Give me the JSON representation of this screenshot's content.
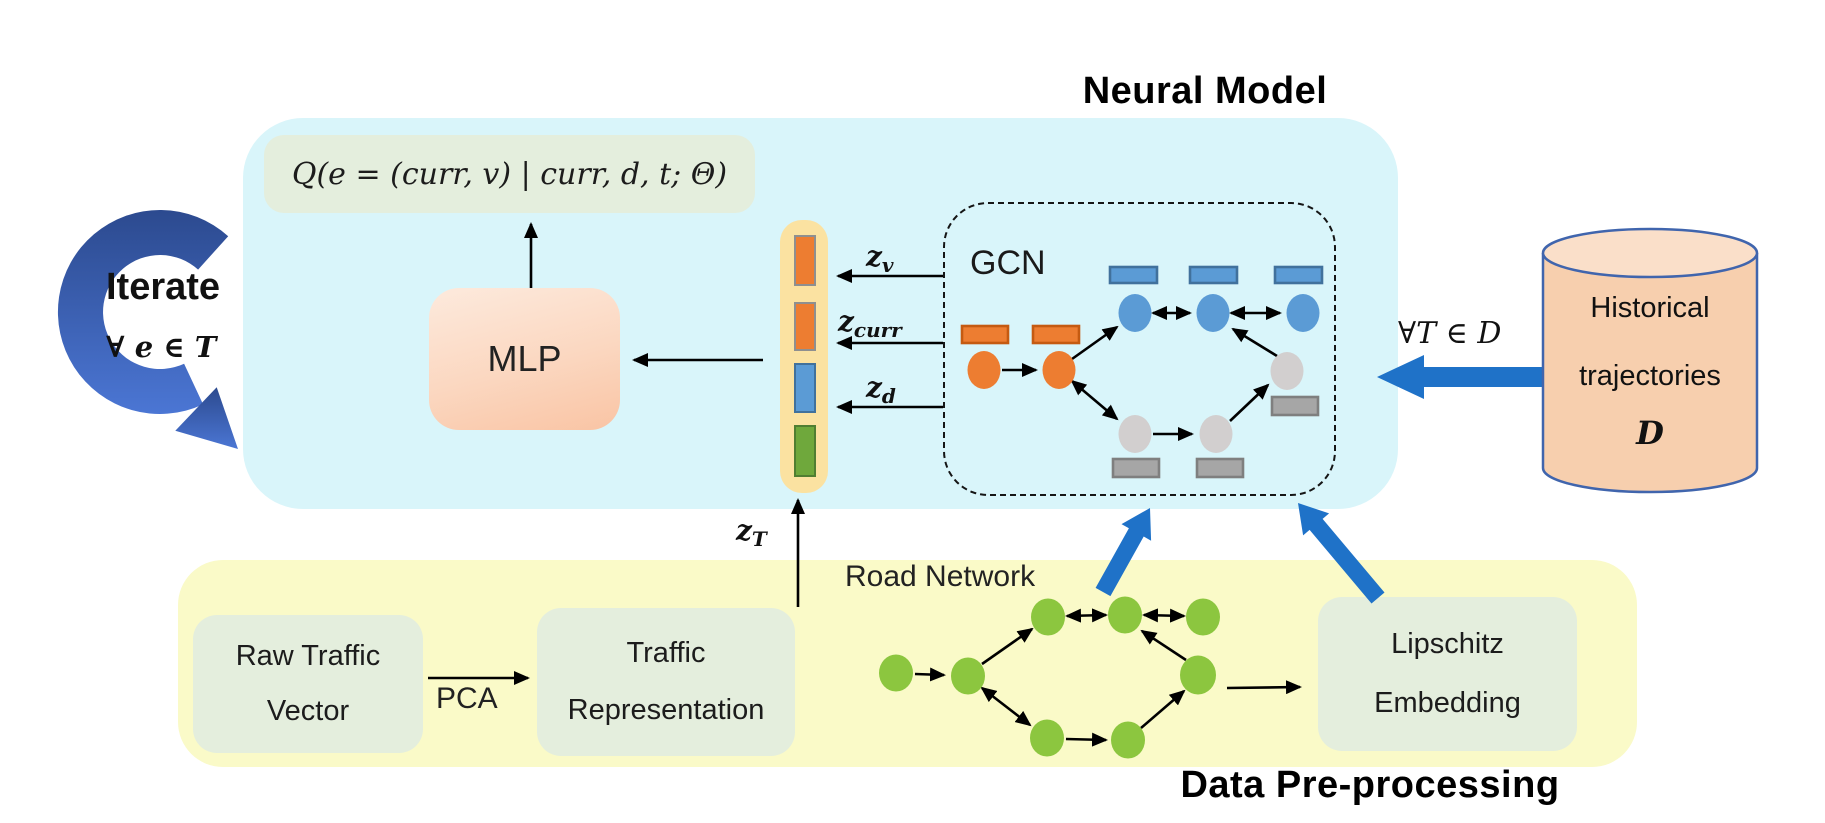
{
  "colors": {
    "cyan": "#d9f5fa",
    "yellow": "#fafac8",
    "greenbox": "#e4eedd",
    "strip": "#fbe2a1",
    "orange": "#ed7d31",
    "orangeDark": "#c55a11",
    "blue": "#5b9bd5",
    "blueDark": "#41719c",
    "grayNode": "#d2cfcf",
    "grayRect": "#a6a6a6",
    "grayRectDark": "#7f7f7f",
    "green": "#8cc63f",
    "greenDark": "#6ea32d",
    "arrowBlue": "#1f72c8",
    "iterTop": "#2c4a8f",
    "iterBottom": "#4b76d4",
    "cylBody": "#f7cfae",
    "cylTop": "#fadfc9",
    "cylStroke": "#4065ad",
    "ink": "#111111"
  },
  "neural_model": {
    "title": "Neural Model",
    "formula": "Q(e = (curr, v) | curr, d, t; Θ)",
    "mlp_label": "MLP",
    "gcn_label": "GCN",
    "z_v": {
      "main": "z",
      "sub": "v"
    },
    "z_curr": {
      "main": "z",
      "sub": "curr"
    },
    "z_d": {
      "main": "z",
      "sub": "d"
    },
    "z_T": {
      "main": "z",
      "sub": "T"
    }
  },
  "iterate": {
    "line1": "Iterate",
    "line2": "∀ e ∈ T"
  },
  "historical": {
    "line1": "Historical",
    "line2": "trajectories",
    "line3": "D",
    "arrow_label": "∀T ∈ D"
  },
  "preprocessing": {
    "title": "Data Pre-processing",
    "raw_traffic_line1": "Raw Traffic",
    "raw_traffic_line2": "Vector",
    "pca_label": "PCA",
    "traffic_rep_line1": "Traffic",
    "traffic_rep_line2": "Representation",
    "road_network_label": "Road Network",
    "lipschitz_line1": "Lipschitz",
    "lipschitz_line2": "Embedding"
  }
}
